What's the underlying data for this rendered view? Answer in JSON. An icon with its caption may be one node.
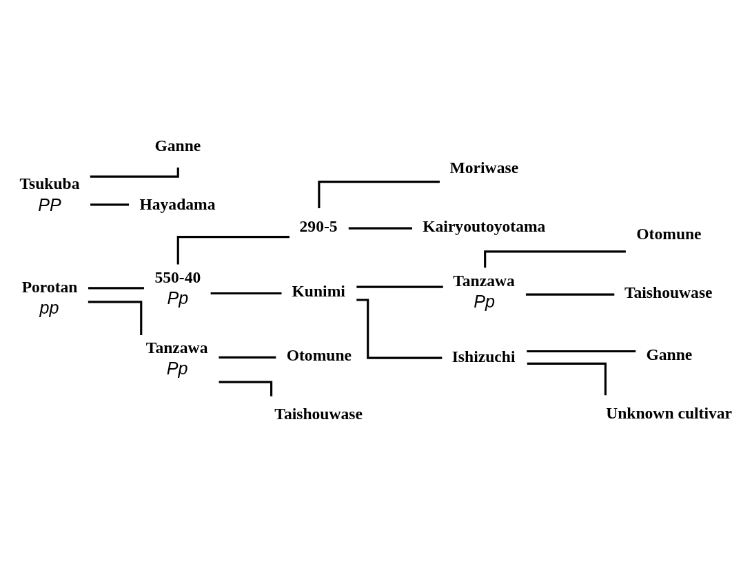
{
  "diagram": {
    "nodes": [
      {
        "text": [
          "Porotan",
          "pp"
        ]
      },
      {
        "text": [
          "550-40",
          "Pp"
        ]
      },
      {
        "text": [
          "290-5"
        ]
      },
      {
        "text": [
          "Moriwase"
        ]
      },
      {
        "text": [
          "Kairyoutoyotama"
        ]
      },
      {
        "text": [
          "Kunimi"
        ]
      },
      {
        "text": [
          "Tanzawa",
          "Pp"
        ]
      },
      {
        "text": [
          "Otomune"
        ]
      },
      {
        "text": [
          "Taishouwase"
        ]
      },
      {
        "text": [
          "Ishizuchi"
        ]
      },
      {
        "text": [
          "Ganne"
        ]
      },
      {
        "text": [
          "Unknown cultivar"
        ]
      },
      {
        "text": [
          "Tanzawa",
          "Pp"
        ]
      },
      {
        "text": [
          "Otomune"
        ]
      },
      {
        "text": [
          "Taishouwase"
        ]
      },
      {
        "text": [
          "Tsukuba",
          "PP"
        ]
      },
      {
        "text": [
          "Ganne"
        ]
      },
      {
        "text": [
          "Hayadama"
        ]
      }
    ],
    "edges": [
      {
        "from": 0,
        "to": 1,
        "arrow": "none"
      },
      {
        "from": 0,
        "to": 12,
        "arrow": "none"
      },
      {
        "from": 1,
        "to": 2,
        "arrow": "none"
      },
      {
        "from": 1,
        "to": 5,
        "arrow": "none"
      },
      {
        "from": 2,
        "to": 3,
        "arrow": "none"
      },
      {
        "from": 2,
        "to": 4,
        "arrow": "none"
      },
      {
        "from": 5,
        "to": 6,
        "arrow": "none"
      },
      {
        "from": 5,
        "to": 9,
        "arrow": "none"
      },
      {
        "from": 6,
        "to": 7,
        "arrow": "none"
      },
      {
        "from": 6,
        "to": 8,
        "arrow": "none"
      },
      {
        "from": 9,
        "to": 10,
        "arrow": "none"
      },
      {
        "from": 9,
        "to": 11,
        "arrow": "none"
      },
      {
        "from": 12,
        "to": 13,
        "arrow": "none"
      },
      {
        "from": 12,
        "to": 14,
        "arrow": "none"
      },
      {
        "from": 15,
        "to": 16,
        "arrow": "none"
      },
      {
        "from": 15,
        "to": 17,
        "arrow": "none"
      }
    ]
  }
}
